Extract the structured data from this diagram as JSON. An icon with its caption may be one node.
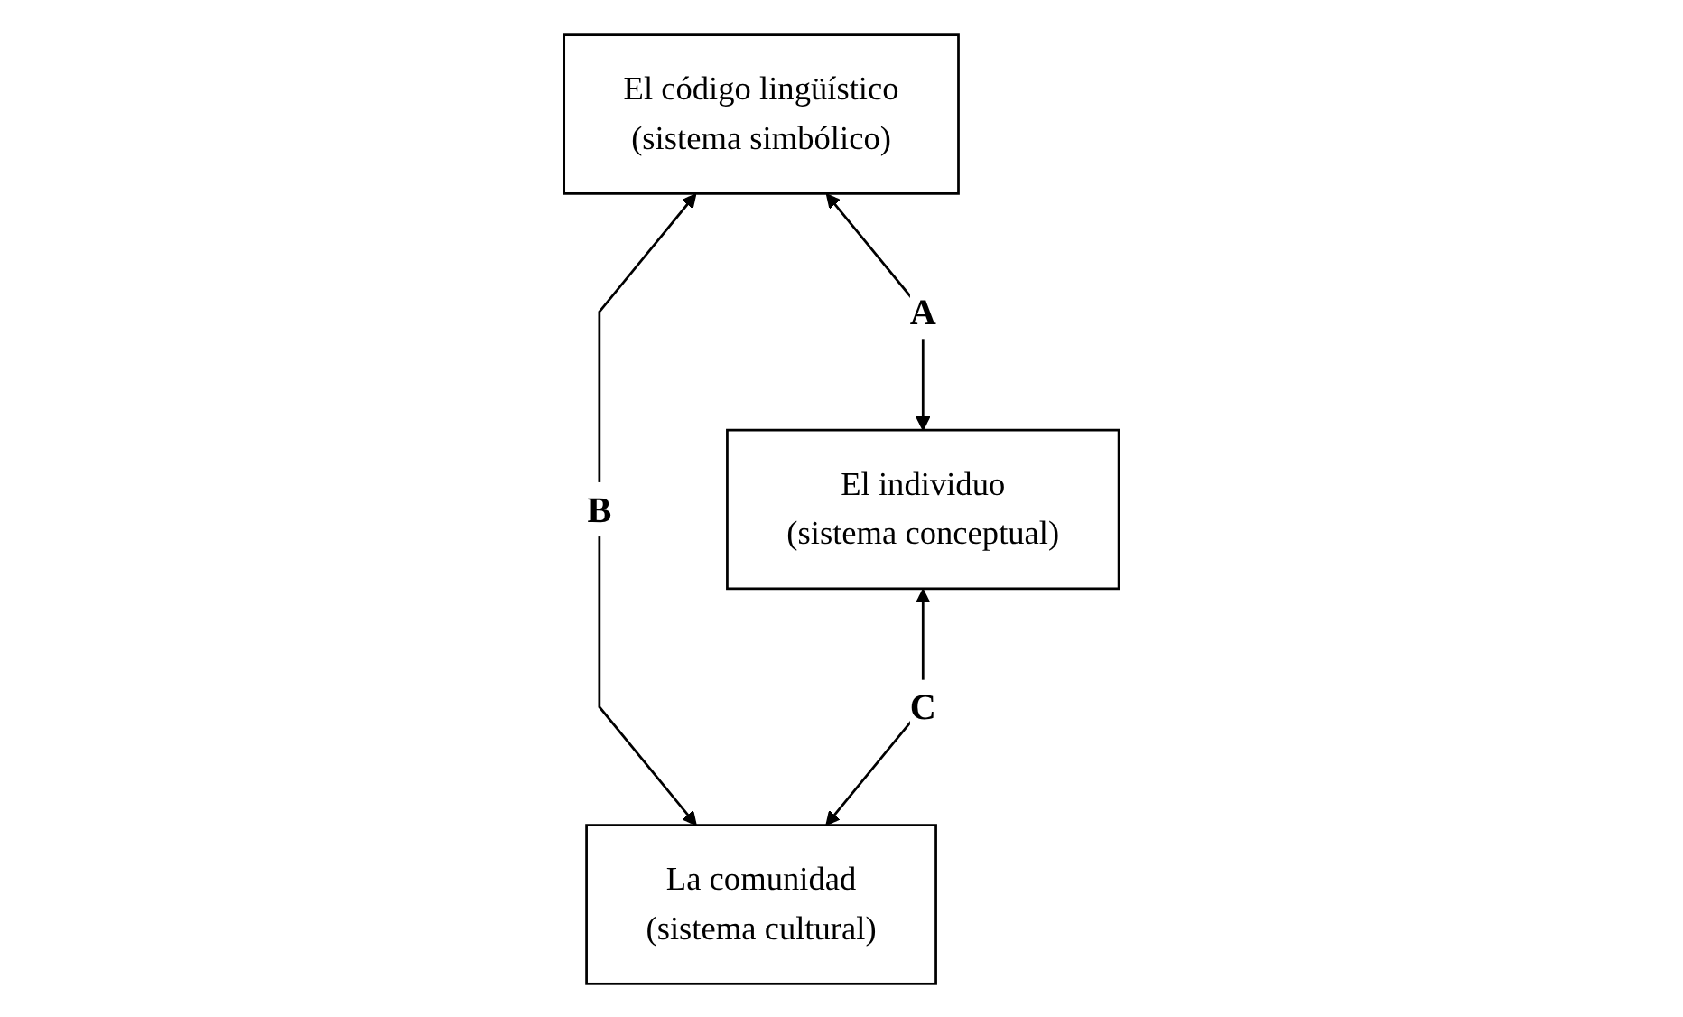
{
  "diagram": {
    "nodes": [
      {
        "text": [
          "El individuo",
          "(sistema conceptual)"
        ]
      },
      {
        "text": [
          "El código lingüístico",
          "(sistema simbólico)"
        ]
      },
      {
        "text": [
          "La comunidad",
          "(sistema cultural)"
        ]
      }
    ],
    "edges": [
      {
        "from": 1,
        "to": 0,
        "arrow": "both",
        "label": "A"
      },
      {
        "from": 1,
        "to": 2,
        "arrow": "both",
        "label": "B"
      },
      {
        "from": 0,
        "to": 2,
        "arrow": "both",
        "label": "C"
      }
    ]
  }
}
